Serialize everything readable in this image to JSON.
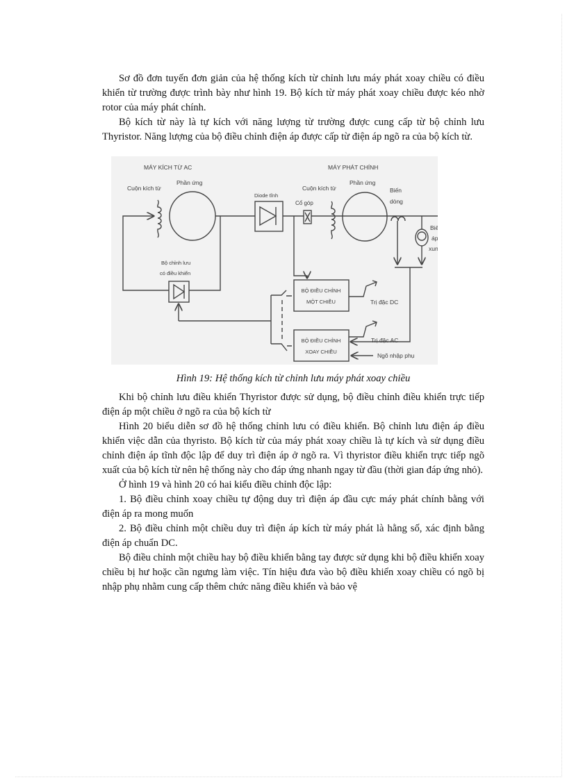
{
  "paragraphs_top": [
    "Sơ đồ đơn tuyến đơn giản của hệ thống kích từ chỉnh lưu máy phát xoay chiều có điều khiển từ trường được trình bày như hình 19. Bộ kích từ máy phát xoay chiều được kéo nhờ rotor của máy phát chính.",
    "Bộ kích từ này là tự kích với năng lượng từ trường được cung cấp từ bộ chỉnh lưu Thyristor. Năng lượng của bộ điều chỉnh điện áp được cấp từ điện áp ngõ ra của bộ kích từ."
  ],
  "figure": {
    "caption": "Hình 19:  Hệ thống kích từ chỉnh lưu máy phát xoay chiều",
    "labels": {
      "exciter_title": "MÁY KÍCH TỪ AC",
      "generator_title": "MÁY PHÁT CHÍNH",
      "exciter_field": "Cuộn kích từ",
      "exciter_armature": "Phần ứng",
      "diode": "Diode tĩnh",
      "slip_ring": "Cổ góp",
      "gen_field": "Cuộn kích từ",
      "gen_armature": "Phần ứng",
      "ct_1": "Biến",
      "ct_2": "dòng",
      "pt_1": "Biến",
      "pt_2": "áp",
      "pt_3": "xung",
      "rectifier_1": "Bộ chỉnh lưu",
      "rectifier_2": "có điều khiển",
      "dc_reg_1": "BỘ ĐIỀU CHỈNH",
      "dc_reg_2": "MỘT CHIỀU",
      "ac_reg_1": "BỘ ĐIỀU CHỈNH",
      "ac_reg_2": "XOAY CHIỀU",
      "dc_setpoint": "Trị đặc DC",
      "ac_setpoint": "Trị đặc AC",
      "aux_input": "Ngõ nhập phụ"
    }
  },
  "paragraphs_bottom": [
    "Khi bộ chỉnh lưu điều khiển Thyristor được sử dụng, bộ điều chỉnh điều khiển trực tiếp điện áp một chiều ở ngõ ra của bộ kích từ",
    "Hình 20 biểu diễn sơ đồ hệ thống chỉnh lưu có điều khiển. Bộ chỉnh lưu điện áp điều khiển việc dẫn của thyristo. Bộ kích từ của máy phát xoay chiều là tự kích và sử dụng điều chỉnh điện áp tĩnh độc lập để duy trì điện áp ở ngõ ra. Vì thyristor điều khiển trực tiếp ngõ xuất của bộ kích từ nên hệ thống này cho đáp ứng nhanh ngay từ đầu (thời gian đáp ứng nhỏ).",
    "Ở hình 19 và hình 20 có hai kiểu điều chỉnh độc lập:",
    "1.  Bộ điều chỉnh xoay chiều tự động duy trì điện áp đầu cực máy phát chính bằng với điện áp ra mong muốn",
    "2.  Bộ điều chỉnh một chiều duy trì điện áp kích từ máy phát là hằng số, xác định bằng điện áp chuẩn DC.",
    "Bộ điều chỉnh một chiều hay bộ điều khiển bằng tay được sử dụng khi bộ điều khiển xoay chiều bị hư hoặc cần ngưng làm việc. Tín hiệu đưa vào bộ điều khiển xoay chiều có ngõ bị nhập phụ nhằm cung cấp thêm chức năng điều khiển và bảo vệ"
  ]
}
